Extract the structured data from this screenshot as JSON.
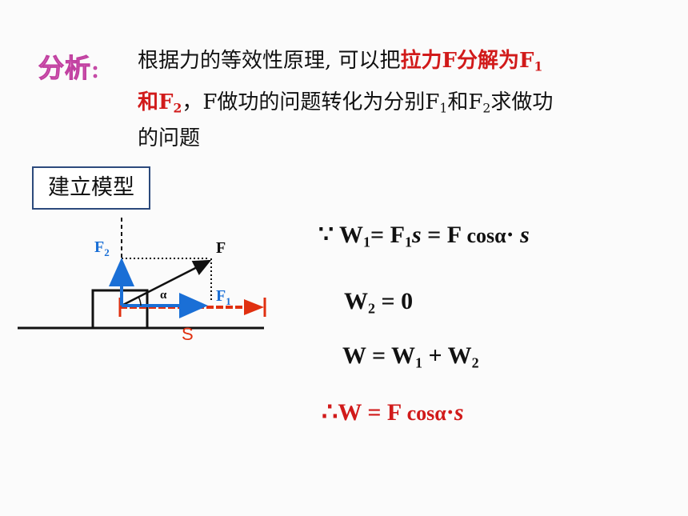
{
  "analysis": {
    "label": "分析",
    "colon": "：",
    "line1_text": "根据力的等效性原理, 可以把",
    "line1_red": "拉力F分解为F",
    "line1_red_sub": "1",
    "line2_red_a": "和F",
    "line2_red_sub": "2",
    "line2_text_a": "，F做功的问题转化为分别F",
    "line2_sub1": "1",
    "line2_text_b": "和F",
    "line2_sub2": "2",
    "line2_text_c": "求做功",
    "line3_text": "的问题"
  },
  "model_box": {
    "label": "建立模型"
  },
  "diagram": {
    "label_F": "F",
    "label_F1": "F",
    "label_F1_sub": "1",
    "label_F2": "F",
    "label_F2_sub": "2",
    "label_alpha": "α",
    "label_S": "S",
    "colors": {
      "blue": "#1a6fd6",
      "red": "#e03010",
      "black": "#111111"
    }
  },
  "equations": {
    "eq1": {
      "because": "∵ W",
      "sub1": "1",
      "mid": "= F",
      "sub2": "1",
      "s": "s",
      "rest": " = F ",
      "cos": "cosα",
      "dot": "· ",
      "s2": "s"
    },
    "eq2": {
      "w": "W",
      "sub": "2",
      "rest": " = 0"
    },
    "eq3": {
      "w": "W = W",
      "sub1": "1",
      "plus": " + W",
      "sub2": "2"
    },
    "eq4": {
      "therefore": "∴",
      "main": "W = F ",
      "cos": "cosα",
      "dot": "·",
      "s": "s",
      "color": "#d11a1a"
    }
  }
}
